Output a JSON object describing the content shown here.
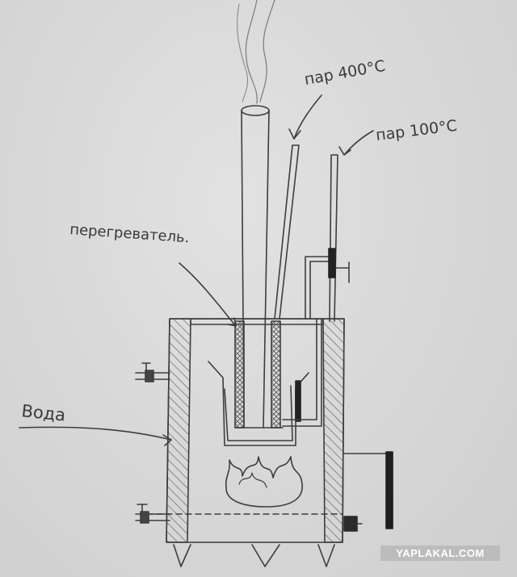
{
  "labels": {
    "steam_400": "пар 400°C",
    "steam_100": "пар 100°C",
    "superheater": "перегреватель.",
    "water": "Вода"
  },
  "watermark": "YAPLAKAL.COM"
}
